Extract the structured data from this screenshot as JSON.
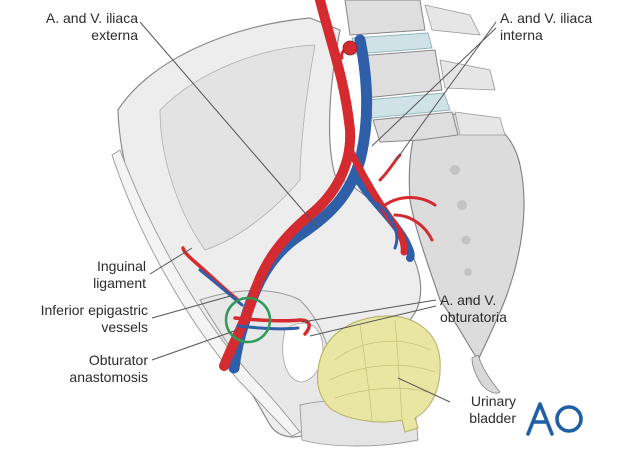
{
  "labels": {
    "iliaca_externa": {
      "line1": "A. and V. iliaca",
      "line2": "externa"
    },
    "iliaca_interna": {
      "line1": "A. and V. iliaca",
      "line2": "interna"
    },
    "inguinal": {
      "line1": "Inguinal",
      "line2": "ligament"
    },
    "epigastric": {
      "line1": "Inferior epigastric",
      "line2": "vessels"
    },
    "obturator_anastomosis": {
      "line1": "Obturator",
      "line2": "anastomosis"
    },
    "obturatoria": {
      "line1": "A. and V.",
      "line2": "obturatoria"
    },
    "bladder": {
      "line1": "Urinary",
      "line2": "bladder"
    }
  },
  "logo": {
    "text": "AO"
  },
  "colors": {
    "artery": "#d42a30",
    "vein": "#2f5fa8",
    "bone": "#ececec",
    "spine": "#d9d9d9",
    "disc": "#cfe3e6",
    "bladder": "#e9e6a4",
    "highlight_ring": "#2f9a5a",
    "logo": "#1f5fa6"
  }
}
